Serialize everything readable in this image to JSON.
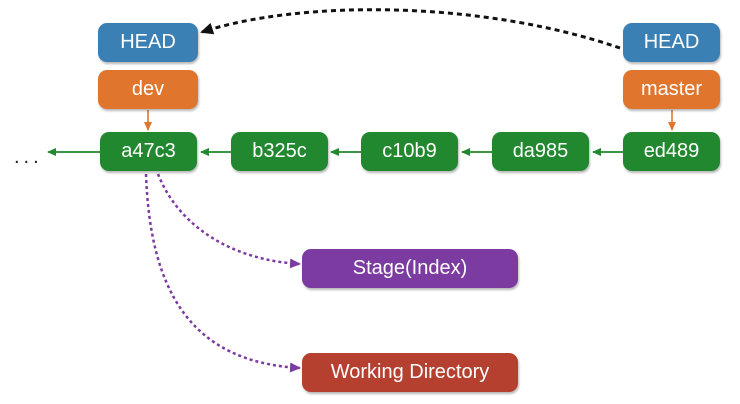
{
  "left_head": {
    "label": "HEAD"
  },
  "right_head": {
    "label": "HEAD"
  },
  "branches": {
    "dev": "dev",
    "master": "master"
  },
  "ellipsis": "...",
  "commits": [
    "a47c3",
    "b325c",
    "c10b9",
    "da985",
    "ed489"
  ],
  "stage": {
    "label": "Stage(Index)"
  },
  "working_directory": {
    "label": "Working Directory"
  },
  "colors": {
    "head": "#3b80b4",
    "branch": "#e0762d",
    "commit": "#22882f",
    "stage": "#7c3ba0",
    "working_directory": "#b6402f",
    "commit_arrow": "#22882f",
    "branch_arrow": "#e0762d",
    "checkout_arrow": "#7c3ba0",
    "head_move_arrow": "#000000"
  }
}
